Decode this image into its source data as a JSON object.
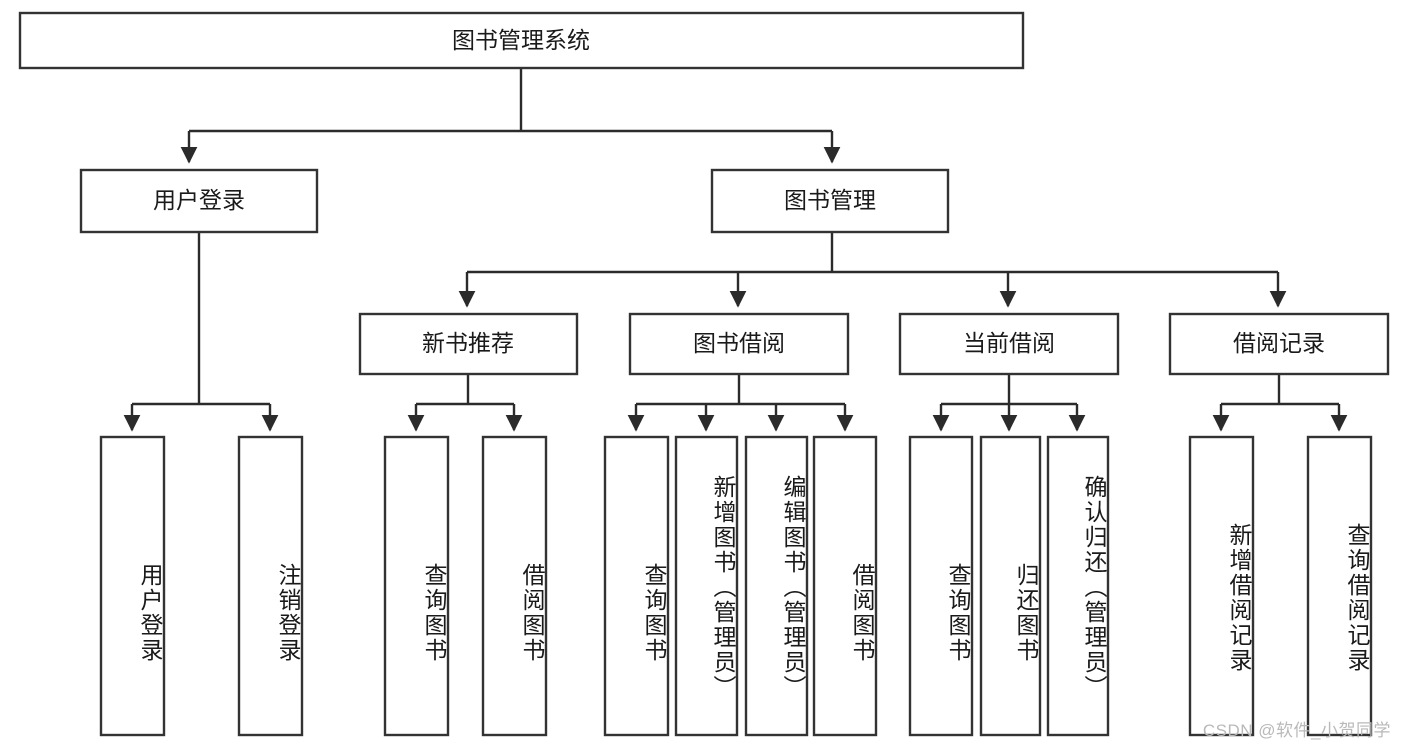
{
  "diagram": {
    "type": "hierarchy-tree",
    "title": "图书管理系统",
    "watermark": "CSDN @软件_小贺同学",
    "colors": {
      "box_stroke": "#333333",
      "box_fill": "#ffffff",
      "edge": "#2b2b2b",
      "text": "#1a1a1a",
      "watermark": "#b9b9b9",
      "background": "#ffffff"
    },
    "levels": {
      "root": "图书管理系统",
      "level2": [
        "用户登录",
        "图书管理"
      ],
      "level3": [
        "新书推荐",
        "图书借阅",
        "当前借阅",
        "借阅记录"
      ]
    },
    "nodes": {
      "root": {
        "label": "图书管理系统"
      },
      "user_login": {
        "label": "用户登录"
      },
      "book_manage": {
        "label": "图书管理"
      },
      "new_book_rec": {
        "label": "新书推荐"
      },
      "book_borrow": {
        "label": "图书借阅"
      },
      "current_borrow": {
        "label": "当前借阅"
      },
      "borrow_record": {
        "label": "借阅记录"
      }
    },
    "leaves": {
      "user_login": [
        {
          "label": "用户登录"
        },
        {
          "label": "注销登录"
        }
      ],
      "new_book_rec": [
        {
          "label": "查询图书"
        },
        {
          "label": "借阅图书"
        }
      ],
      "book_borrow": [
        {
          "label": "查询图书"
        },
        {
          "label": "新增图书（管理员）"
        },
        {
          "label": "编辑图书（管理员）"
        },
        {
          "label": "借阅图书"
        }
      ],
      "current_borrow": [
        {
          "label": "查询图书"
        },
        {
          "label": "归还图书"
        },
        {
          "label": "确认归还（管理员）"
        }
      ],
      "borrow_record": [
        {
          "label": "新增借阅记录"
        },
        {
          "label": "查询借阅记录"
        }
      ]
    }
  }
}
